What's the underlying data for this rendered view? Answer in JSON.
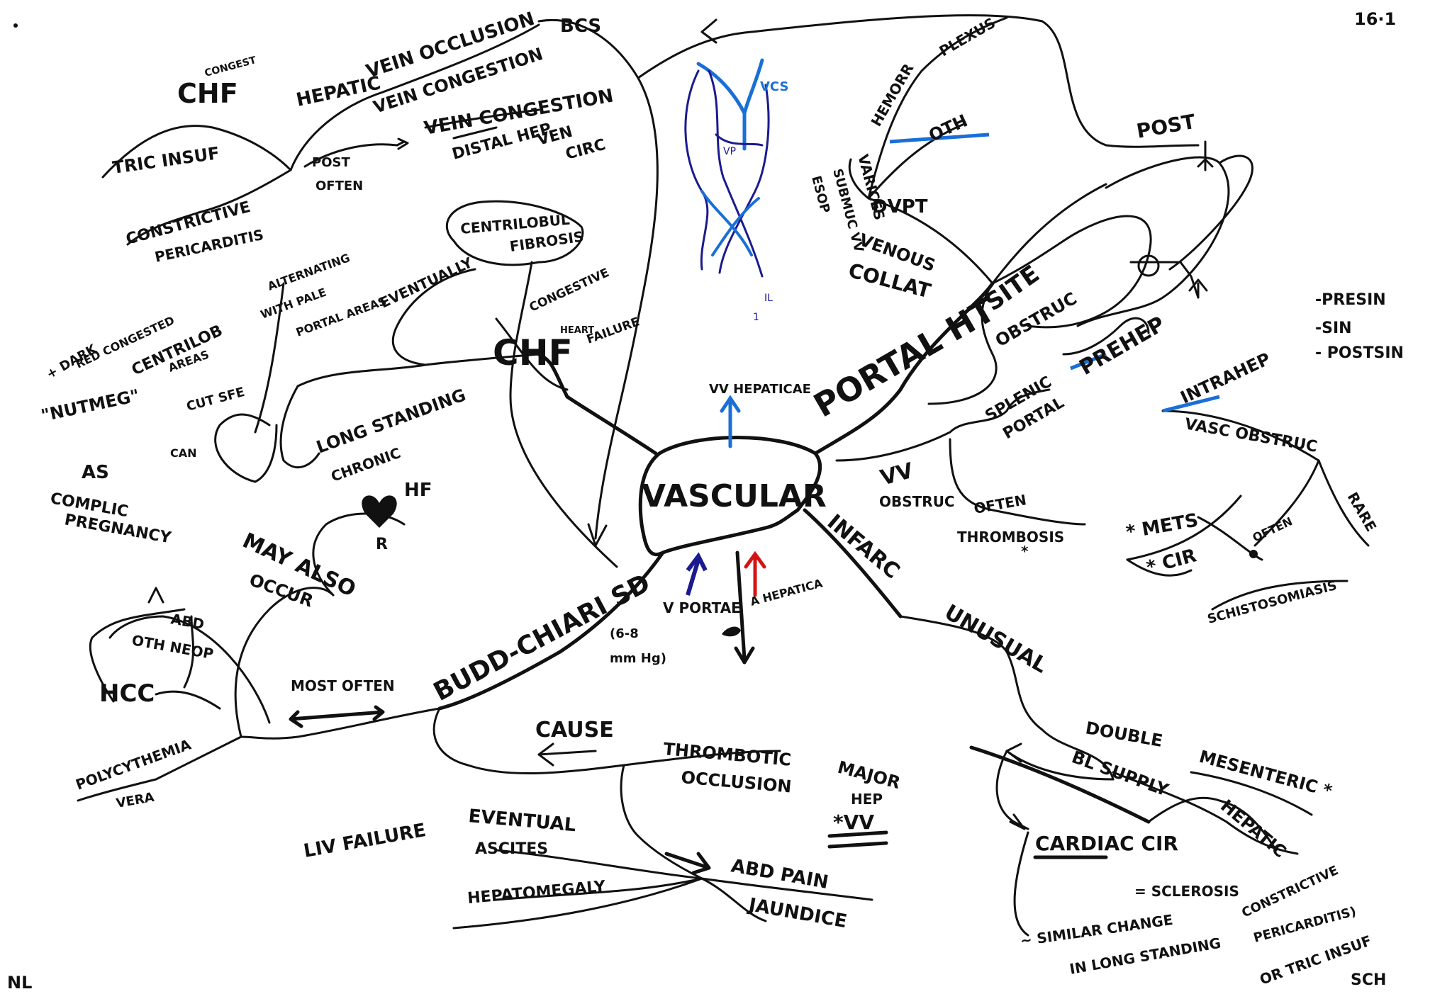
{
  "corner": {
    "top_right": "16·1",
    "bottom_left": "NL",
    "bottom_right": "SCH"
  },
  "center": {
    "label": "VASCULAR"
  },
  "top": {
    "vv_hepaticae": "VV HEPATICAE",
    "bcs": "BCS",
    "hepatic_vein_occlusion": [
      "HEPATIC",
      "VEIN OCCLUSION"
    ],
    "vein_congestion": "VEIN CONGESTION",
    "post_often": [
      "POST",
      "OFTEN"
    ],
    "distal_hep_ven_circ": [
      "DISTAL HEP",
      "VEN",
      "CIRC"
    ],
    "chf_top": "CHF",
    "congest": "CONGEST",
    "tric_insuf": "TRIC INSUF",
    "constrictive_pericarditis": [
      "CONSTRICTIVE",
      "PERICARDITIS"
    ],
    "centrilobul_fibrosis": [
      "CENTRILOBUL",
      "FIBROSIS"
    ],
    "eventually": "EVENTUALLY",
    "chf_main": "CHF",
    "congestive_heart_failure": [
      "CONGESTIVE",
      "HEART",
      "FAILURE"
    ],
    "long_standing": "LONG STANDING",
    "chronic_hf": [
      "CHRONIC",
      "HF"
    ],
    "r_label": "R",
    "cut_sfe": [
      "CUT SFE",
      "CAN"
    ],
    "nutmeg": [
      "+ DARK",
      "RED CONGESTED",
      "CENTRILOB",
      "AREAS",
      "\"NUTMEG\"",
      "ALTERNATING",
      "WITH PALE",
      "PORTAL AREAS"
    ],
    "vcs_label": "VCS",
    "vp_label": "VP",
    "il_label": "IL",
    "one": "1"
  },
  "portal": {
    "portal_ht": "PORTAL HT",
    "site": "SITE",
    "varices": [
      "VARICES",
      "HEMORR",
      "PLEXUS",
      "SUBMUC VV",
      "ESOP",
      "OTH"
    ],
    "dvpt_venous_collat": [
      "DVPT",
      "VENOUS",
      "COLLAT"
    ],
    "post": "POST",
    "obstruc": "OBSTRUC",
    "splenic_portal": [
      "SPLENIC",
      "PORTAL"
    ],
    "prehep": "PREHEP",
    "intrahep": "INTRAHEP",
    "presin": [
      "-PRESIN",
      "-SIN",
      "- POSTSIN"
    ],
    "vasc_obstruc": "VASC OBSTRUC",
    "rare": "RARE",
    "mets": "* METS",
    "cir": "* CIR",
    "often": "OFTEN",
    "schistosomiasis": "SCHISTOSOMIASIS",
    "vv_obstruc": [
      "VV",
      "OBSTRUC"
    ],
    "often_thrombosis": [
      "OFTEN",
      "THROMBOSIS",
      "*"
    ]
  },
  "bottom": {
    "v_portae": "V PORTAE",
    "mmhg": [
      "(6-8",
      "mm Hg)"
    ],
    "a_hepatica": "A HEPATICA",
    "infarc_unusual": [
      "INFARC",
      "UNUSUAL"
    ],
    "double": [
      "DOUBLE",
      "MESENTERIC *",
      "BL SUPPLY",
      "HEPATIC"
    ],
    "cardiac_cir": "CARDIAC CIR",
    "sclerosis": "= SCLEROSIS",
    "similar": [
      "~ SIMILAR CHANGE",
      "IN LONG STANDING",
      "CONSTRICTIVE",
      "PERICARDITIS)",
      "OR TRIC INSUF"
    ],
    "budd_chiari": "BUDD-CHIARI SD",
    "may_also_occur": [
      "MAY ALSO",
      "OCCUR"
    ],
    "as_complic_pregnancy": [
      "AS",
      "COMPLIC",
      "PREGNANCY"
    ],
    "abd_oth_neop": [
      "ABD",
      "OTH NEOP"
    ],
    "hcc": "HCC",
    "most_often": "MOST OFTEN",
    "polycythemia": [
      "POLYCYTHEMIA",
      "VERA"
    ],
    "cause": "CAUSE",
    "thrombotic_occlusion": [
      "THROMBOTIC",
      "OCCLUSION"
    ],
    "major_hep_vv": [
      "MAJOR",
      "HEP",
      "*VV"
    ],
    "liv_failure": [
      "LIV FAILURE",
      "EVENTUAL"
    ],
    "ascites": "ASCITES",
    "hepatomegaly": "HEPATOMEGALY",
    "abd_pain": "ABD PAIN",
    "jaundice": "JAUNDICE"
  },
  "colors": {
    "blue": "#1a6fd6",
    "dark_blue": "#1b1a8f",
    "red": "#d41414",
    "ink": "#111111"
  }
}
